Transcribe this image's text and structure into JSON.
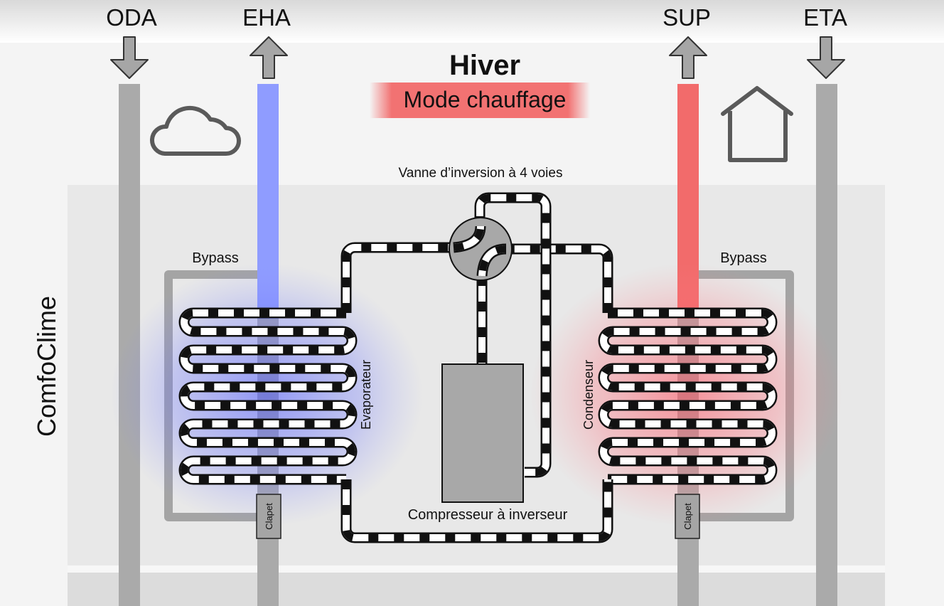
{
  "title": "Hiver",
  "subtitle": "Mode chauffage",
  "brand": "ComfoClime",
  "ducts": {
    "oda": "ODA",
    "eha": "EHA",
    "sup": "SUP",
    "eta": "ETA"
  },
  "labels": {
    "valve": "Vanne d’inversion à 4 voies",
    "bypass_left": "Bypass",
    "bypass_right": "Bypass",
    "evaporator": "Evaporateur",
    "condenser": "Condenseur",
    "compressor": "Compresseur à inverseur",
    "damper_left": "Clapet",
    "damper_right": "Clapet"
  },
  "icons": {
    "outdoor": "cloud-icon",
    "indoor": "house-icon",
    "arrow_in": "arrow-down-icon",
    "arrow_out": "arrow-up-icon"
  },
  "colors": {
    "cold": "#8e9cff",
    "hot": "#f26b6b",
    "duct": "#a9a9a9",
    "pipe_dark": "#111111",
    "pipe_light": "#ffffff"
  }
}
